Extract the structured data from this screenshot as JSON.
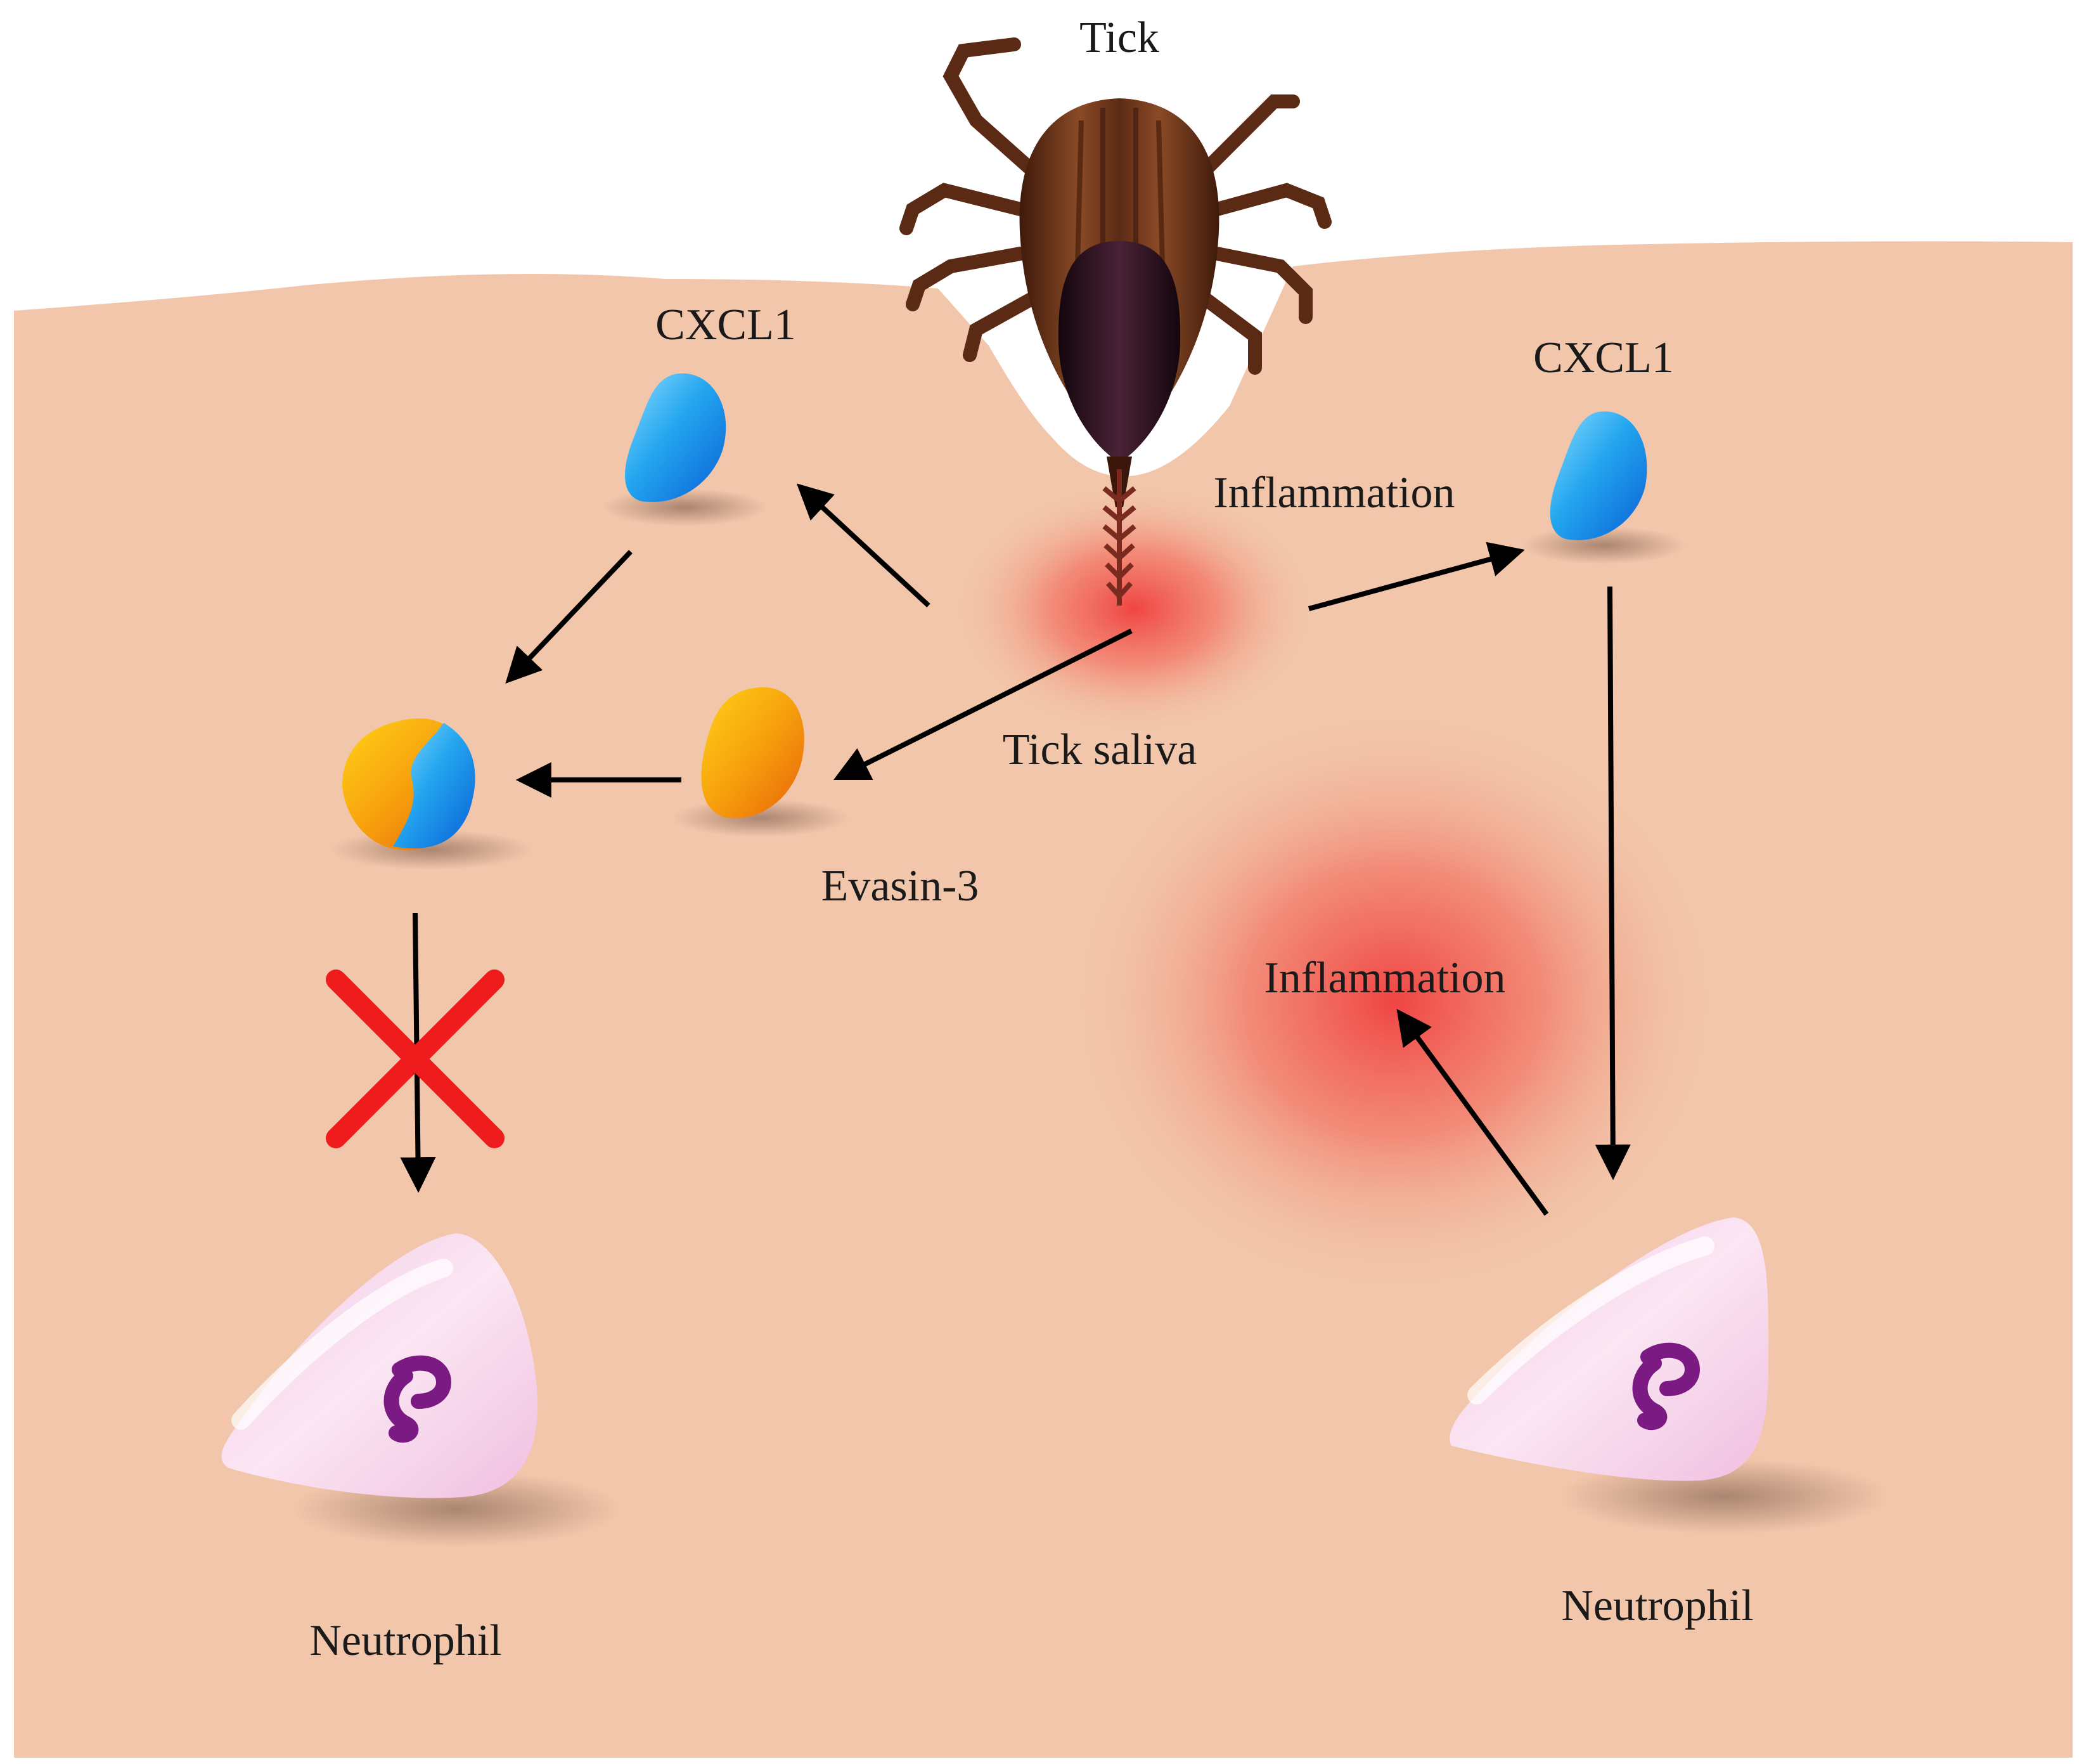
{
  "labels": {
    "tick": "Tick",
    "cxcl1_left": "CXCL1",
    "cxcl1_right": "CXCL1",
    "inflammation_top": "Inflammation",
    "tick_saliva": "Tick saliva",
    "evasin": "Evasin-3",
    "inflammation_mid": "Inflammation",
    "neutrophil_left": "Neutrophil",
    "neutrophil_right": "Neutrophil"
  },
  "colors": {
    "skin": "#f2c6aa",
    "inflammation": "#f05050",
    "chemokine_blue": "#1e9be6",
    "evasin_orange": "#f59a10",
    "block_mark": "#ee1c1c",
    "arrow": "#000000",
    "tick_body": "#5a2a14",
    "tick_shield": "#2a0f1c",
    "neutrophil": "#f7d7ee",
    "nucleus": "#7a1a82"
  },
  "icons": {
    "tick": "tick-icon",
    "chemokine": "protein-blob-icon",
    "inhibitor": "protein-blob-icon",
    "complex": "protein-complex-icon",
    "neutrophil": "cell-icon",
    "block": "cross-icon"
  }
}
